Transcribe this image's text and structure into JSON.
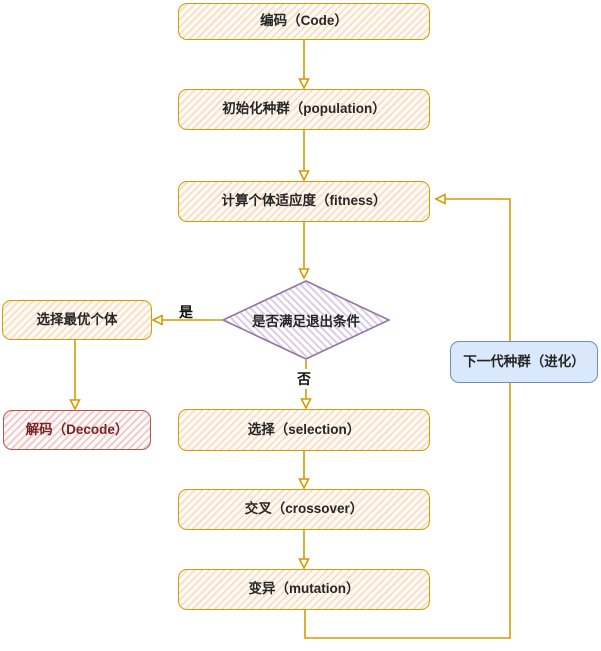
{
  "nodes": {
    "code": {
      "label": "编码（Code）"
    },
    "population": {
      "label": "初始化种群（population）"
    },
    "fitness": {
      "label": "计算个体适应度（fitness）"
    },
    "decision": {
      "label": "是否满足退出条件"
    },
    "best": {
      "label": "选择最优个体"
    },
    "decode": {
      "label": "解码（Decode）"
    },
    "selection": {
      "label": "选择（selection）"
    },
    "crossover": {
      "label": "交叉（crossover）"
    },
    "mutation": {
      "label": "变异（mutation）"
    },
    "nextgen": {
      "label": "下一代种群（进化）"
    }
  },
  "edge_labels": {
    "yes": "是",
    "no": "否"
  },
  "colors": {
    "orange_stroke": "#D79B00",
    "red_stroke": "#B85450",
    "red_text": "#7a2323",
    "purple_stroke": "#9673A6",
    "blue_stroke": "#6C8EBF",
    "blue_fill": "#DAE8FC",
    "text": "#262626"
  }
}
